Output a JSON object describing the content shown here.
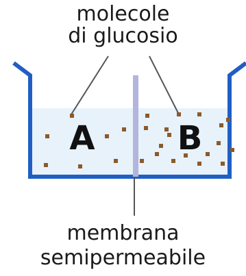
{
  "labels": {
    "molecules_line1": "molecole",
    "molecules_line2": "di glucosio",
    "membrane_line1": "membrana",
    "membrane_line2": "semipermeabile"
  },
  "compartments": {
    "left": "A",
    "right": "B"
  },
  "colors": {
    "container_outline": "#1f5fc4",
    "solution_fill": "#e8f2fb",
    "membrane": "#b3b5dd",
    "molecule": "#8b5a2b",
    "leader_line": "#555555",
    "text": "#1a1a1a"
  }
}
